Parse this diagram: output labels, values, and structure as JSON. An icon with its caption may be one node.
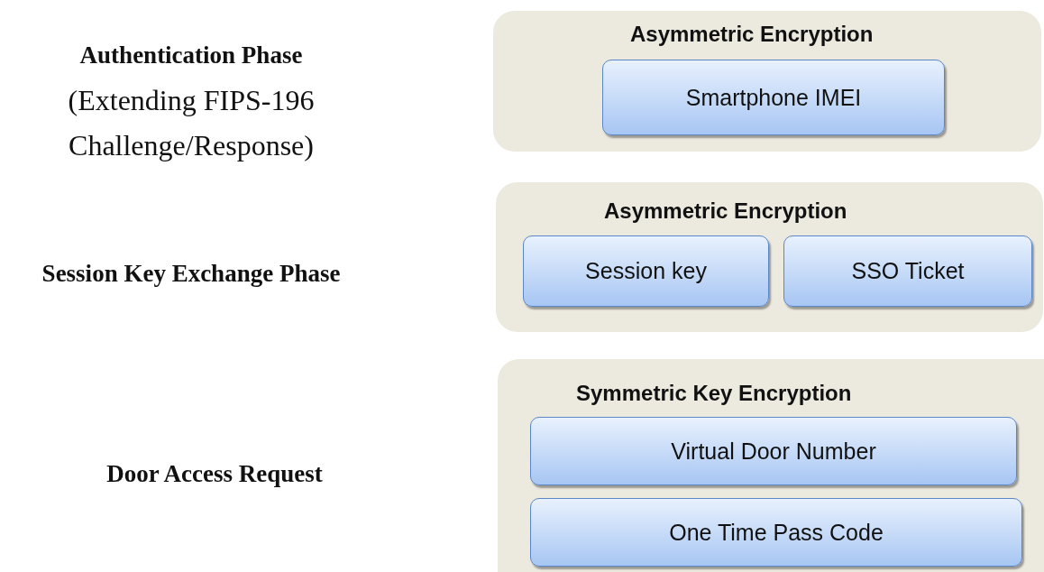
{
  "diagram": {
    "nodes": [
      {
        "text": [
          "Asymmetric Encryption"
        ]
      },
      {
        "text": [
          "Smartphone IMEI"
        ],
        "in": 0
      },
      {
        "text": [
          "Asymmetric Encryption"
        ]
      },
      {
        "text": [
          "Session key"
        ],
        "in": 2
      },
      {
        "text": [
          "SSO Ticket"
        ],
        "in": 2
      },
      {
        "text": [
          "Symmetric Key Encryption"
        ]
      },
      {
        "text": [
          "Virtual Door Number"
        ],
        "in": 5
      },
      {
        "text": [
          "One Time Pass Code"
        ],
        "in": 5
      }
    ],
    "labels": [
      "Authentication Phase",
      "(Extending FIPS-196 Challenge/Response)",
      "Session Key Exchange Phase",
      "Door Access Request"
    ]
  }
}
